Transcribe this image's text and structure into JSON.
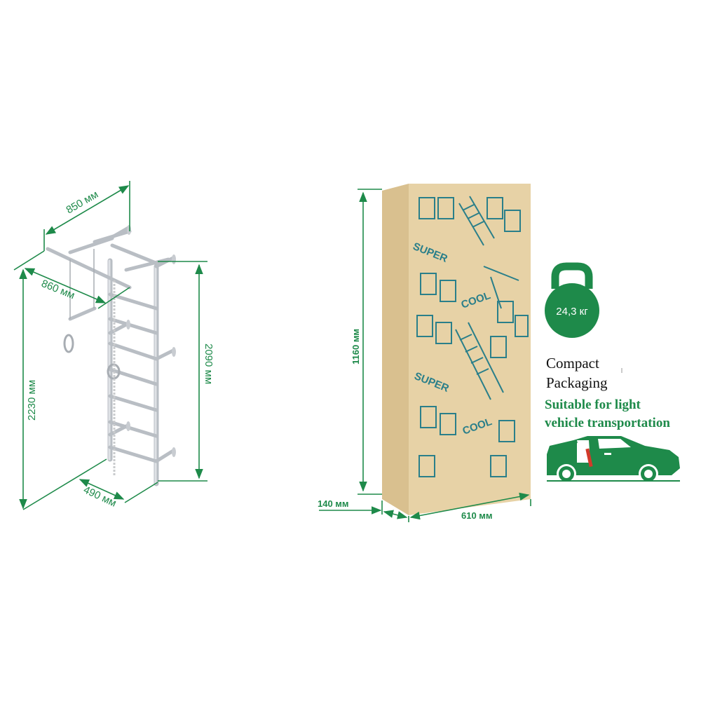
{
  "colors": {
    "accent": "#1e8a4a",
    "box": "#e7d2a6",
    "box_print": "#2a7f8a",
    "ladder": "#b9bec4",
    "door_mark": "#d23a2a"
  },
  "product": {
    "dimensions": {
      "width_top": "850 мм",
      "depth": "860 мм",
      "total_height": "2230 мм",
      "ladder_height": "2090 мм",
      "base_width": "490 мм"
    }
  },
  "package": {
    "dimensions": {
      "height": "1160 мм",
      "depth": "140 мм",
      "width": "610 мм"
    },
    "print_words": [
      "SUPER",
      "COOL",
      "SUPER",
      "COOL"
    ]
  },
  "weight": {
    "label": "24,3 кг",
    "icon": "kettlebell-icon"
  },
  "info": {
    "line1": "Compact",
    "line2": "Packaging",
    "transport_line1": "Suitable for light",
    "transport_line2": "vehicle transportation",
    "icon": "car-icon"
  }
}
